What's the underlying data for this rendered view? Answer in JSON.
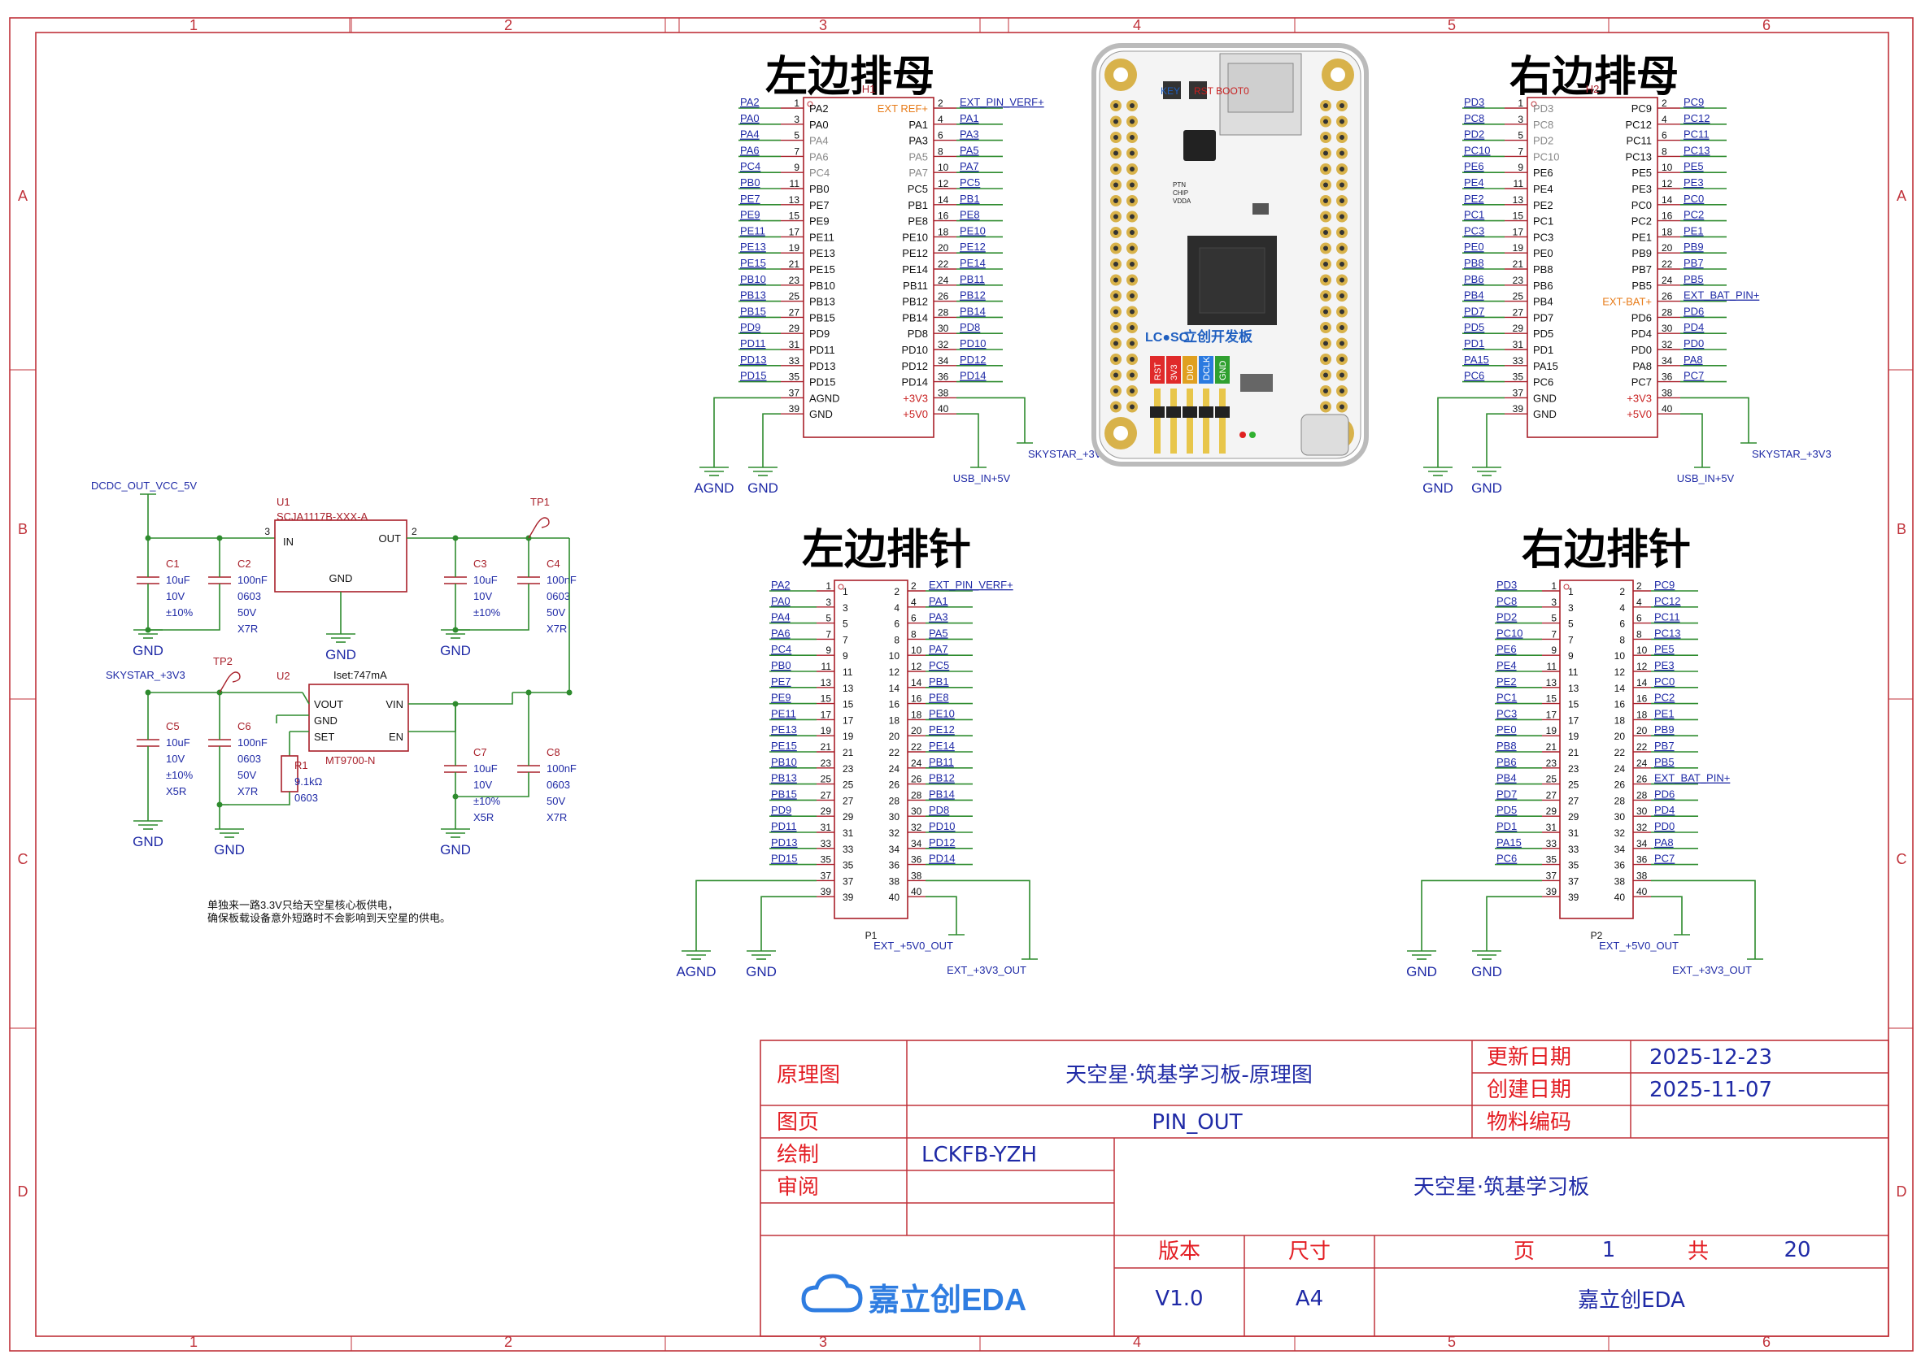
{
  "titles": {
    "left_female": "左边排母",
    "right_female": "右边排母",
    "left_male": "左边排针",
    "right_male": "右边排针"
  },
  "refs": {
    "h1": "H1",
    "h2": "H2",
    "p1": "P1",
    "p2": "P2",
    "u1": "U1",
    "u2": "U2",
    "tp1": "TP1",
    "tp2": "TP2"
  },
  "grid": {
    "cols": [
      "1",
      "2",
      "3",
      "4",
      "5",
      "6"
    ],
    "rows": [
      "A",
      "B",
      "C",
      "D"
    ]
  },
  "h1": {
    "left_nets": [
      "PA2",
      "PA0",
      "PA4",
      "PA6",
      "PC4",
      "PB0",
      "PE7",
      "PE9",
      "PE11",
      "PE13",
      "PE15",
      "PB10",
      "PB13",
      "PB15",
      "PD9",
      "PD11",
      "PD13",
      "PD15"
    ],
    "left_pins": [
      "PA2",
      "PA0",
      "PA4",
      "PA6",
      "PC4",
      "PB0",
      "PE7",
      "PE9",
      "PE11",
      "PE13",
      "PE15",
      "PB10",
      "PB13",
      "PB15",
      "PD9",
      "PD11",
      "PD13",
      "PD15",
      "AGND",
      "GND"
    ],
    "right_pins": [
      "EXT REF+",
      "PA1",
      "PA3",
      "PA5",
      "PA7",
      "PC5",
      "PB1",
      "PE8",
      "PE10",
      "PE12",
      "PE14",
      "PB11",
      "PB12",
      "PB14",
      "PD8",
      "PD10",
      "PD12",
      "PD14",
      "+3V3",
      "+5V0"
    ],
    "right_nets": [
      "EXT_PIN_VERF+",
      "PA1",
      "PA3",
      "PA5",
      "PA7",
      "PC5",
      "PB1",
      "PE8",
      "PE10",
      "PE12",
      "PE14",
      "PB11",
      "PB12",
      "PB14",
      "PD8",
      "PD10",
      "PD12",
      "PD14"
    ]
  },
  "h2": {
    "left_nets": [
      "PD3",
      "PC8",
      "PD2",
      "PC10",
      "PE6",
      "PE4",
      "PE2",
      "PC1",
      "PC3",
      "PE0",
      "PB8",
      "PB6",
      "PB4",
      "PD7",
      "PD5",
      "PD1",
      "PA15",
      "PC6"
    ],
    "left_pins": [
      "PD3",
      "PC8",
      "PD2",
      "PC10",
      "PE6",
      "PE4",
      "PE2",
      "PC1",
      "PC3",
      "PE0",
      "PB8",
      "PB6",
      "PB4",
      "PD7",
      "PD5",
      "PD1",
      "PA15",
      "PC6",
      "GND",
      "GND"
    ],
    "right_pins": [
      "PC9",
      "PC12",
      "PC11",
      "PC13",
      "PE5",
      "PE3",
      "PC0",
      "PC2",
      "PE1",
      "PB9",
      "PB7",
      "PB5",
      "EXT-BAT+",
      "PD6",
      "PD4",
      "PD0",
      "PA8",
      "PC7",
      "+3V3",
      "+5V0"
    ],
    "right_nets": [
      "PC9",
      "PC12",
      "PC11",
      "PC13",
      "PE5",
      "PE3",
      "PC0",
      "PC2",
      "PE1",
      "PB9",
      "PB7",
      "PB5",
      "EXT_BAT_PIN+",
      "PD6",
      "PD4",
      "PD0",
      "PA8",
      "PC7"
    ]
  },
  "p1": {
    "left_nets": [
      "PA2",
      "PA0",
      "PA4",
      "PA6",
      "PC4",
      "PB0",
      "PE7",
      "PE9",
      "PE11",
      "PE13",
      "PE15",
      "PB10",
      "PB13",
      "PB15",
      "PD9",
      "PD11",
      "PD13",
      "PD15"
    ],
    "right_nets": [
      "EXT_PIN_VERF+",
      "PA1",
      "PA3",
      "PA5",
      "PA7",
      "PC5",
      "PB1",
      "PE8",
      "PE10",
      "PE12",
      "PE14",
      "PB11",
      "PB12",
      "PB14",
      "PD8",
      "PD10",
      "PD12",
      "PD14"
    ]
  },
  "p2": {
    "left_nets": [
      "PD3",
      "PC8",
      "PD2",
      "PC10",
      "PE6",
      "PE4",
      "PE2",
      "PC1",
      "PC3",
      "PE0",
      "PB8",
      "PB6",
      "PB4",
      "PD7",
      "PD5",
      "PD1",
      "PA15",
      "PC6"
    ],
    "right_nets": [
      "PC9",
      "PC12",
      "PC11",
      "PC13",
      "PE5",
      "PE3",
      "PC0",
      "PC2",
      "PE1",
      "PB9",
      "PB7",
      "PB5",
      "EXT_BAT_PIN+",
      "PD6",
      "PD4",
      "PD0",
      "PA8",
      "PC7"
    ]
  },
  "power_nets": {
    "agnd": "AGND",
    "gnd": "GND",
    "skystar": "SKYSTAR_+3V3",
    "usb_in": "USB_IN+5V",
    "ext5": "EXT_+5V0_OUT",
    "ext33": "EXT_+3V3_OUT",
    "dcdc": "DCDC_OUT_VCC_5V"
  },
  "power": {
    "u1_name": "SCJA1117B-XXX-A",
    "u1_in": "IN",
    "u1_out": "OUT",
    "u1_gnd": "GND",
    "u2_name": "MT9700-N",
    "u2_iset": "Iset:747mA",
    "u2_vout": "VOUT",
    "u2_gnd": "GND",
    "u2_set": "SET",
    "u2_vin": "VIN",
    "u2_en": "EN",
    "c1": [
      "C1",
      "10uF",
      "10V",
      "±10%"
    ],
    "c2": [
      "C2",
      "100nF",
      "0603",
      "50V",
      "X7R"
    ],
    "c3": [
      "C3",
      "10uF",
      "10V",
      "±10%"
    ],
    "c4": [
      "C4",
      "100nF",
      "0603",
      "50V",
      "X7R"
    ],
    "c5": [
      "C5",
      "10uF",
      "10V",
      "±10%",
      "X5R"
    ],
    "c6": [
      "C6",
      "100nF",
      "0603",
      "50V",
      "X7R"
    ],
    "c7": [
      "C7",
      "10uF",
      "10V",
      "±10%",
      "X5R"
    ],
    "c8": [
      "C8",
      "100nF",
      "0603",
      "50V",
      "X7R"
    ],
    "r1": [
      "R1",
      "9.1kΩ",
      "0603"
    ],
    "note1": "单独来一路3.3V只给天空星核心板供电，",
    "note2": "确保板载设备意外短路时不会影响到天空星的供电。"
  },
  "board": {
    "key": "KEY",
    "rst_boot": "RST BOOT0",
    "brand": "立创开发板",
    "lcsc": "LC●SC",
    "labels": [
      "RST",
      "3V3",
      "DIO",
      "DCLK",
      "GND"
    ],
    "pins_label": [
      "PTN",
      "CHIP",
      "VDDA"
    ]
  },
  "title_block": {
    "schematic_label": "原理图",
    "schematic_value": "天空星·筑基学习板-原理图",
    "update_label": "更新日期",
    "update_value": "2025-12-23",
    "create_label": "创建日期",
    "create_value": "2025-11-07",
    "page_label": "图页",
    "page_value": "PIN_OUT",
    "material_label": "物料编码",
    "drawn_label": "绘制",
    "drawn_value": "LCKFB-YZH",
    "review_label": "审阅",
    "project": "天空星·筑基学习板",
    "version_label": "版本",
    "size_label": "尺寸",
    "page_no_label": "页",
    "total_label": "共",
    "version": "V1.0",
    "size": "A4",
    "page_no": "1",
    "total": "20",
    "company": "嘉立创EDA",
    "logo": "嘉立创EDA"
  }
}
